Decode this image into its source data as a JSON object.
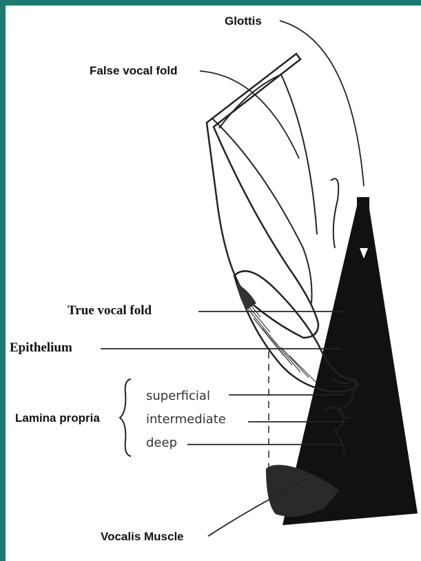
{
  "labels": {
    "glottis": "Glottis",
    "false_vocal_fold": "False vocal fold",
    "true_vocal_fold": "True vocal fold",
    "epithelium": "Epithelium",
    "lamina_propria": "Lamina propria",
    "superficial": "superficial",
    "intermediate": "intermediate",
    "deep": "deep",
    "vocalis_muscle": "Vocalis Muscle"
  },
  "colors": {
    "frame": "#1f7a6e",
    "ink": "#111111"
  }
}
